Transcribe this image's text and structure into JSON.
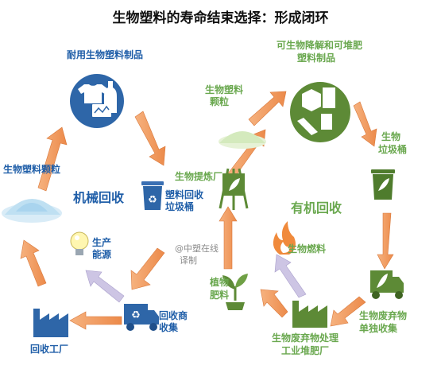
{
  "title": "生物塑料的寿命结束选择：形成闭环",
  "mechanical": {
    "cycle_label": "机械回收",
    "durable_products": "耐用生物塑料制品",
    "bin_line1": "塑料回收",
    "bin_line2": "垃圾桶",
    "collection_line1": "回收商",
    "collection_line2": "收集",
    "recycling_plant": "回收工厂",
    "energy_line1": "生产",
    "energy_line2": "能源",
    "granules": "生物塑料颗粒"
  },
  "organic": {
    "cycle_label": "有机回收",
    "compostable_line1": "可生物降解和可堆肥",
    "compostable_line2": "塑料制品",
    "granules_line1": "生物塑料",
    "granules_line2": "颗粒",
    "bin_line1": "生物",
    "bin_line2": "垃圾桶",
    "waste_collection_line1": "生物废弃物",
    "waste_collection_line2": "单独收集",
    "processing_line1": "生物废弃物处理",
    "processing_line2": "工业堆肥厂",
    "fertilizer_line1": "植物",
    "fertilizer_line2": "肥料",
    "fuel": "生物燃料",
    "refinery": "生物提炼厂"
  },
  "watermark_line1": "@中塑在线",
  "watermark_line2": "译制",
  "colors": {
    "blue": "#1f5ea8",
    "green": "#6aa84f",
    "arrow_orange": "#f0a070",
    "arrow_lilac": "#c8c0e0"
  }
}
